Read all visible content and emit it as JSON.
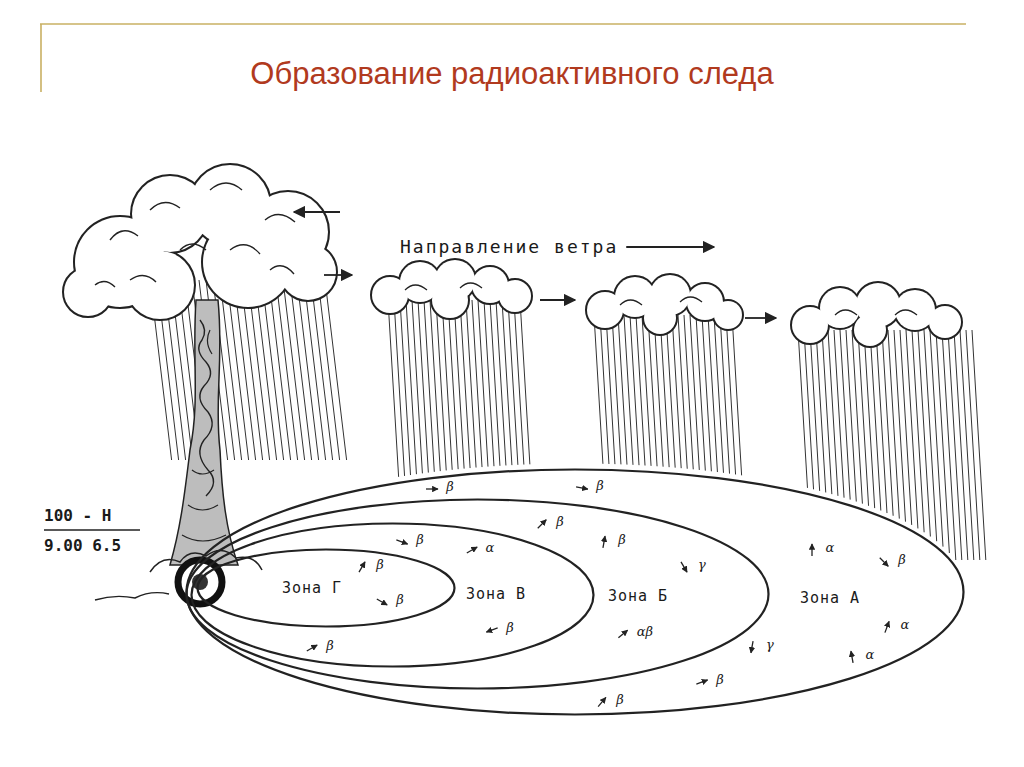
{
  "diagram": {
    "title": "Образование радиоактивного следа",
    "nodes": [
      {
        "text": [
          "Зона А"
        ]
      },
      {
        "text": [
          "Зона Б"
        ],
        "in": 0
      },
      {
        "text": [
          "Зона В"
        ],
        "in": 1
      },
      {
        "text": [
          "Зона Г"
        ],
        "in": 2
      }
    ],
    "labels": [
      "Направление ветра",
      "100 - Н",
      "9.00 6.5",
      "β",
      "β",
      "α",
      "β",
      "β",
      "β",
      "γ",
      "αβ",
      "α",
      "β",
      "α",
      "γ",
      "β",
      "β",
      "β",
      "α",
      "β",
      "β",
      "β"
    ]
  }
}
